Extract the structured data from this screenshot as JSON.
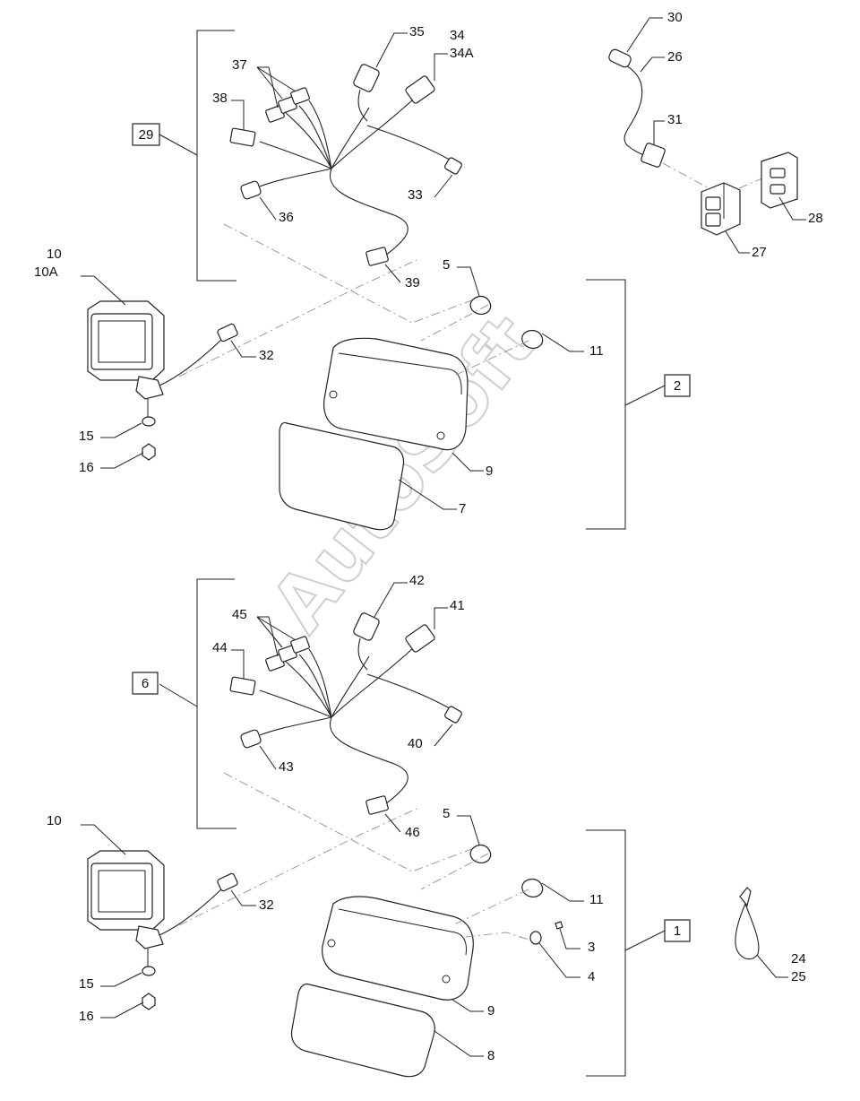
{
  "watermark": "AutoSoft",
  "callouts": {
    "c35": "35",
    "c34": "34",
    "c34A": "34A",
    "c37": "37",
    "c38": "38",
    "c33": "33",
    "c36": "36",
    "c39": "39",
    "c30": "30",
    "c26": "26",
    "c31": "31",
    "c28": "28",
    "c27": "27",
    "c10a": "10",
    "c10A": "10A",
    "c32a": "32",
    "c15a": "15",
    "c16a": "16",
    "c5a": "5",
    "c11a": "11",
    "c9a": "9",
    "c7": "7",
    "c42": "42",
    "c45": "45",
    "c41": "41",
    "c44": "44",
    "c40": "40",
    "c43": "43",
    "c46": "46",
    "c10b": "10",
    "c32b": "32",
    "c15b": "15",
    "c16b": "16",
    "c5b": "5",
    "c11b": "11",
    "c3": "3",
    "c4": "4",
    "c9b": "9",
    "c8": "8",
    "c24": "24",
    "c25": "25"
  },
  "boxed_callouts": {
    "b29": "29",
    "b2": "2",
    "b6": "6",
    "b1": "1"
  }
}
